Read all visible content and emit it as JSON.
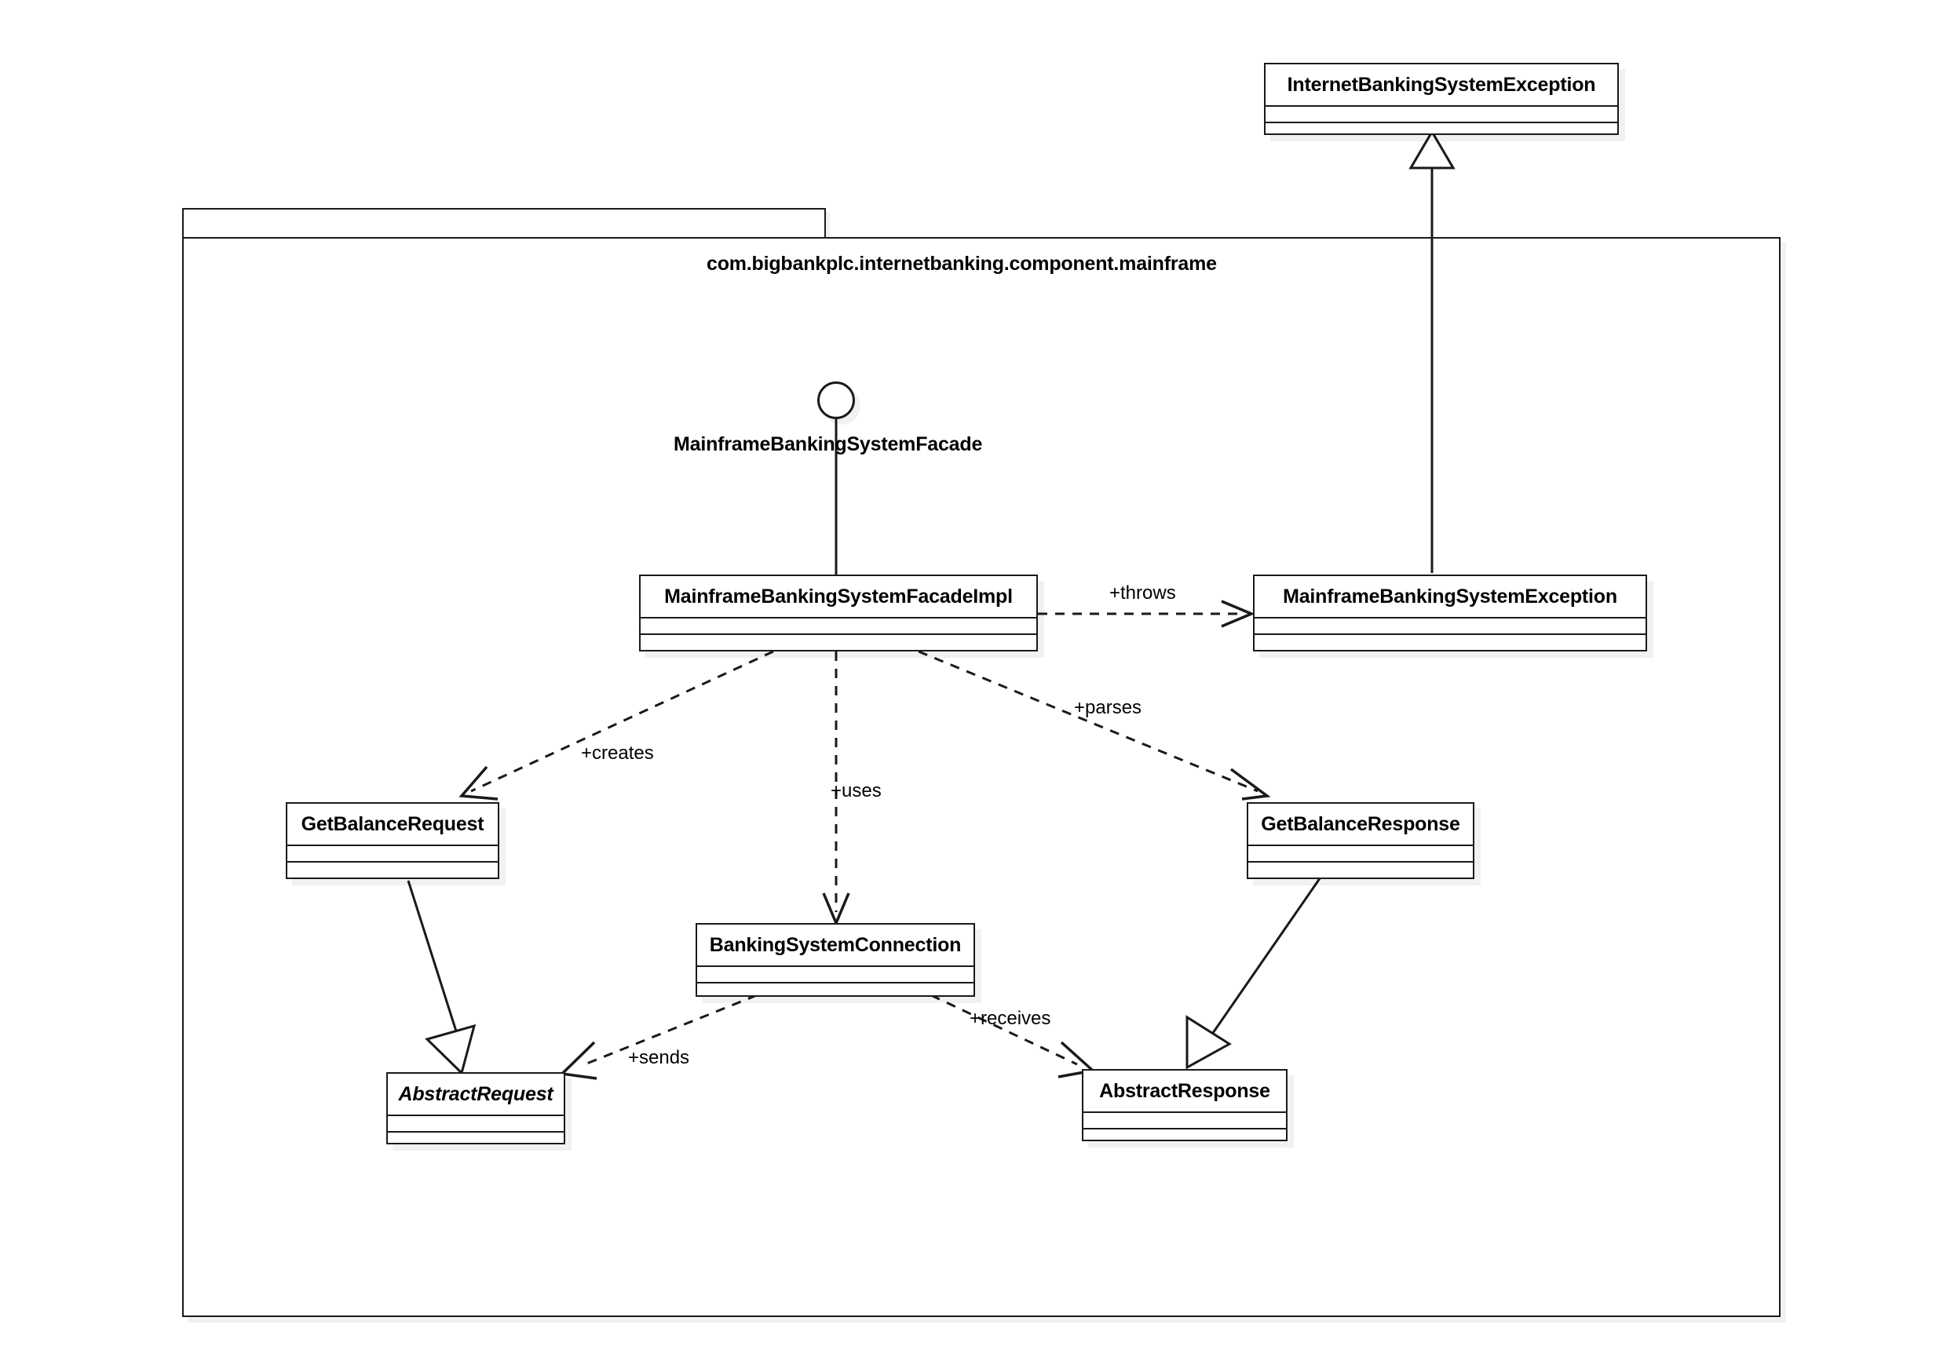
{
  "diagram": {
    "type": "uml-class-diagram",
    "title": "com.bigbankplc.internetbanking.component.mainframe"
  },
  "package": {
    "name": "com.bigbankplc.internetbanking.component.mainframe"
  },
  "interface": {
    "name": "MainframeBankingSystemFacade",
    "icon": "lollipop-interface-icon"
  },
  "classes": [
    {
      "id": "internet-banking-system-exception",
      "name": "InternetBankingSystemException",
      "abstract": false,
      "inside_package": false
    },
    {
      "id": "mainframe-banking-system-facade-impl",
      "name": "MainframeBankingSystemFacadeImpl",
      "abstract": false,
      "inside_package": true
    },
    {
      "id": "mainframe-banking-system-exception",
      "name": "MainframeBankingSystemException",
      "abstract": false,
      "inside_package": true
    },
    {
      "id": "get-balance-request",
      "name": "GetBalanceRequest",
      "abstract": false,
      "inside_package": true
    },
    {
      "id": "get-balance-response",
      "name": "GetBalanceResponse",
      "abstract": false,
      "inside_package": true
    },
    {
      "id": "banking-system-connection",
      "name": "BankingSystemConnection",
      "abstract": false,
      "inside_package": true
    },
    {
      "id": "abstract-request",
      "name": "AbstractRequest",
      "abstract": true,
      "inside_package": true
    },
    {
      "id": "abstract-response",
      "name": "AbstractResponse",
      "abstract": false,
      "inside_package": true
    }
  ],
  "relationships": [
    {
      "id": "throws",
      "label": "+throws",
      "kind": "dependency",
      "from": "mainframe-banking-system-facade-impl",
      "to": "mainframe-banking-system-exception"
    },
    {
      "id": "creates",
      "label": "+creates",
      "kind": "dependency",
      "from": "mainframe-banking-system-facade-impl",
      "to": "get-balance-request"
    },
    {
      "id": "uses",
      "label": "+uses",
      "kind": "dependency",
      "from": "mainframe-banking-system-facade-impl",
      "to": "banking-system-connection"
    },
    {
      "id": "parses",
      "label": "+parses",
      "kind": "dependency",
      "from": "mainframe-banking-system-facade-impl",
      "to": "get-balance-response"
    },
    {
      "id": "sends",
      "label": "+sends",
      "kind": "dependency",
      "from": "banking-system-connection",
      "to": "abstract-request"
    },
    {
      "id": "receives",
      "label": "+receives",
      "kind": "dependency",
      "from": "banking-system-connection",
      "to": "abstract-response"
    },
    {
      "id": "exception-generalization",
      "label": "",
      "kind": "generalization",
      "from": "mainframe-banking-system-exception",
      "to": "internet-banking-system-exception"
    },
    {
      "id": "request-generalization",
      "label": "",
      "kind": "generalization",
      "from": "get-balance-request",
      "to": "abstract-request"
    },
    {
      "id": "response-generalization",
      "label": "",
      "kind": "generalization",
      "from": "get-balance-response",
      "to": "abstract-response"
    },
    {
      "id": "facade-realization",
      "label": "",
      "kind": "interface-realization",
      "from": "mainframe-banking-system-facade-impl",
      "to": "interface-lollipop"
    }
  ],
  "colors": {
    "background": "#ffffff",
    "stroke": "#1a1a1a",
    "fill": "#ffffff",
    "shadow": "rgba(0,0,0,0.055)"
  }
}
